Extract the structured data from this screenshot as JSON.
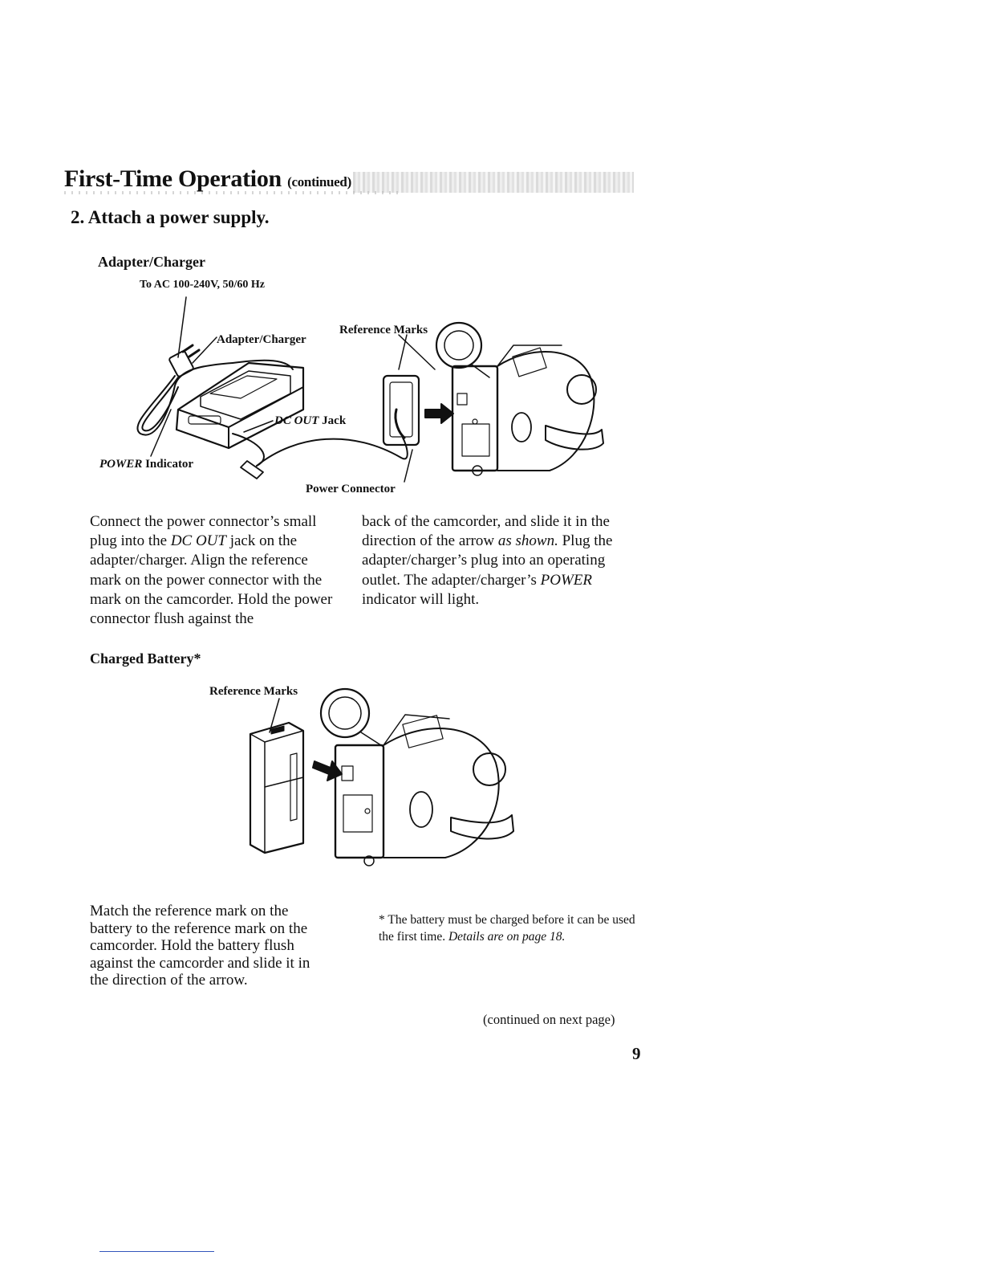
{
  "header": {
    "title": "First-Time Operation",
    "continued": "(continued)"
  },
  "step": "2. Attach a power supply.",
  "adapter_section": {
    "heading": "Adapter/Charger",
    "labels": {
      "ac": "To AC 100-240V, 50/60 Hz",
      "adapter": "Adapter/Charger",
      "reference_marks": "Reference Marks",
      "dc_out_italic": "DC OUT",
      "dc_out_rest": " Jack",
      "power_italic": "POWER",
      "power_rest": " Indicator",
      "power_connector": "Power Connector"
    },
    "text_left": {
      "p1": "Connect the power connector’s small plug into the ",
      "p1_italic": "DC OUT",
      "p1_end": " jack on the adapter/charger.  Align the reference mark on the power connector with the mark on the camcorder.  Hold the power connector flush against the"
    },
    "text_right": {
      "p1": "back of the camcorder, and slide it in the direction of the arrow ",
      "p1_italic": "as shown.",
      "p1_mid": "  Plug the adapter/charger’s plug into an operating outlet.  The adapter/charger’s ",
      "p1_italic2": "POWER",
      "p1_end": " indicator will light."
    }
  },
  "battery_section": {
    "heading": "Charged Battery*",
    "labels": {
      "reference_marks": "Reference Marks"
    },
    "text_left": "Match the reference mark on the battery to the reference mark on the camcorder.  Hold the battery flush against the camcorder and slide it in the direction of the arrow.",
    "footnote": {
      "text": "* The battery must be charged before it can be used the first time. ",
      "italic": "Details are on page 18."
    }
  },
  "footer": {
    "continued": "(continued on next page)",
    "page_number": "9"
  }
}
